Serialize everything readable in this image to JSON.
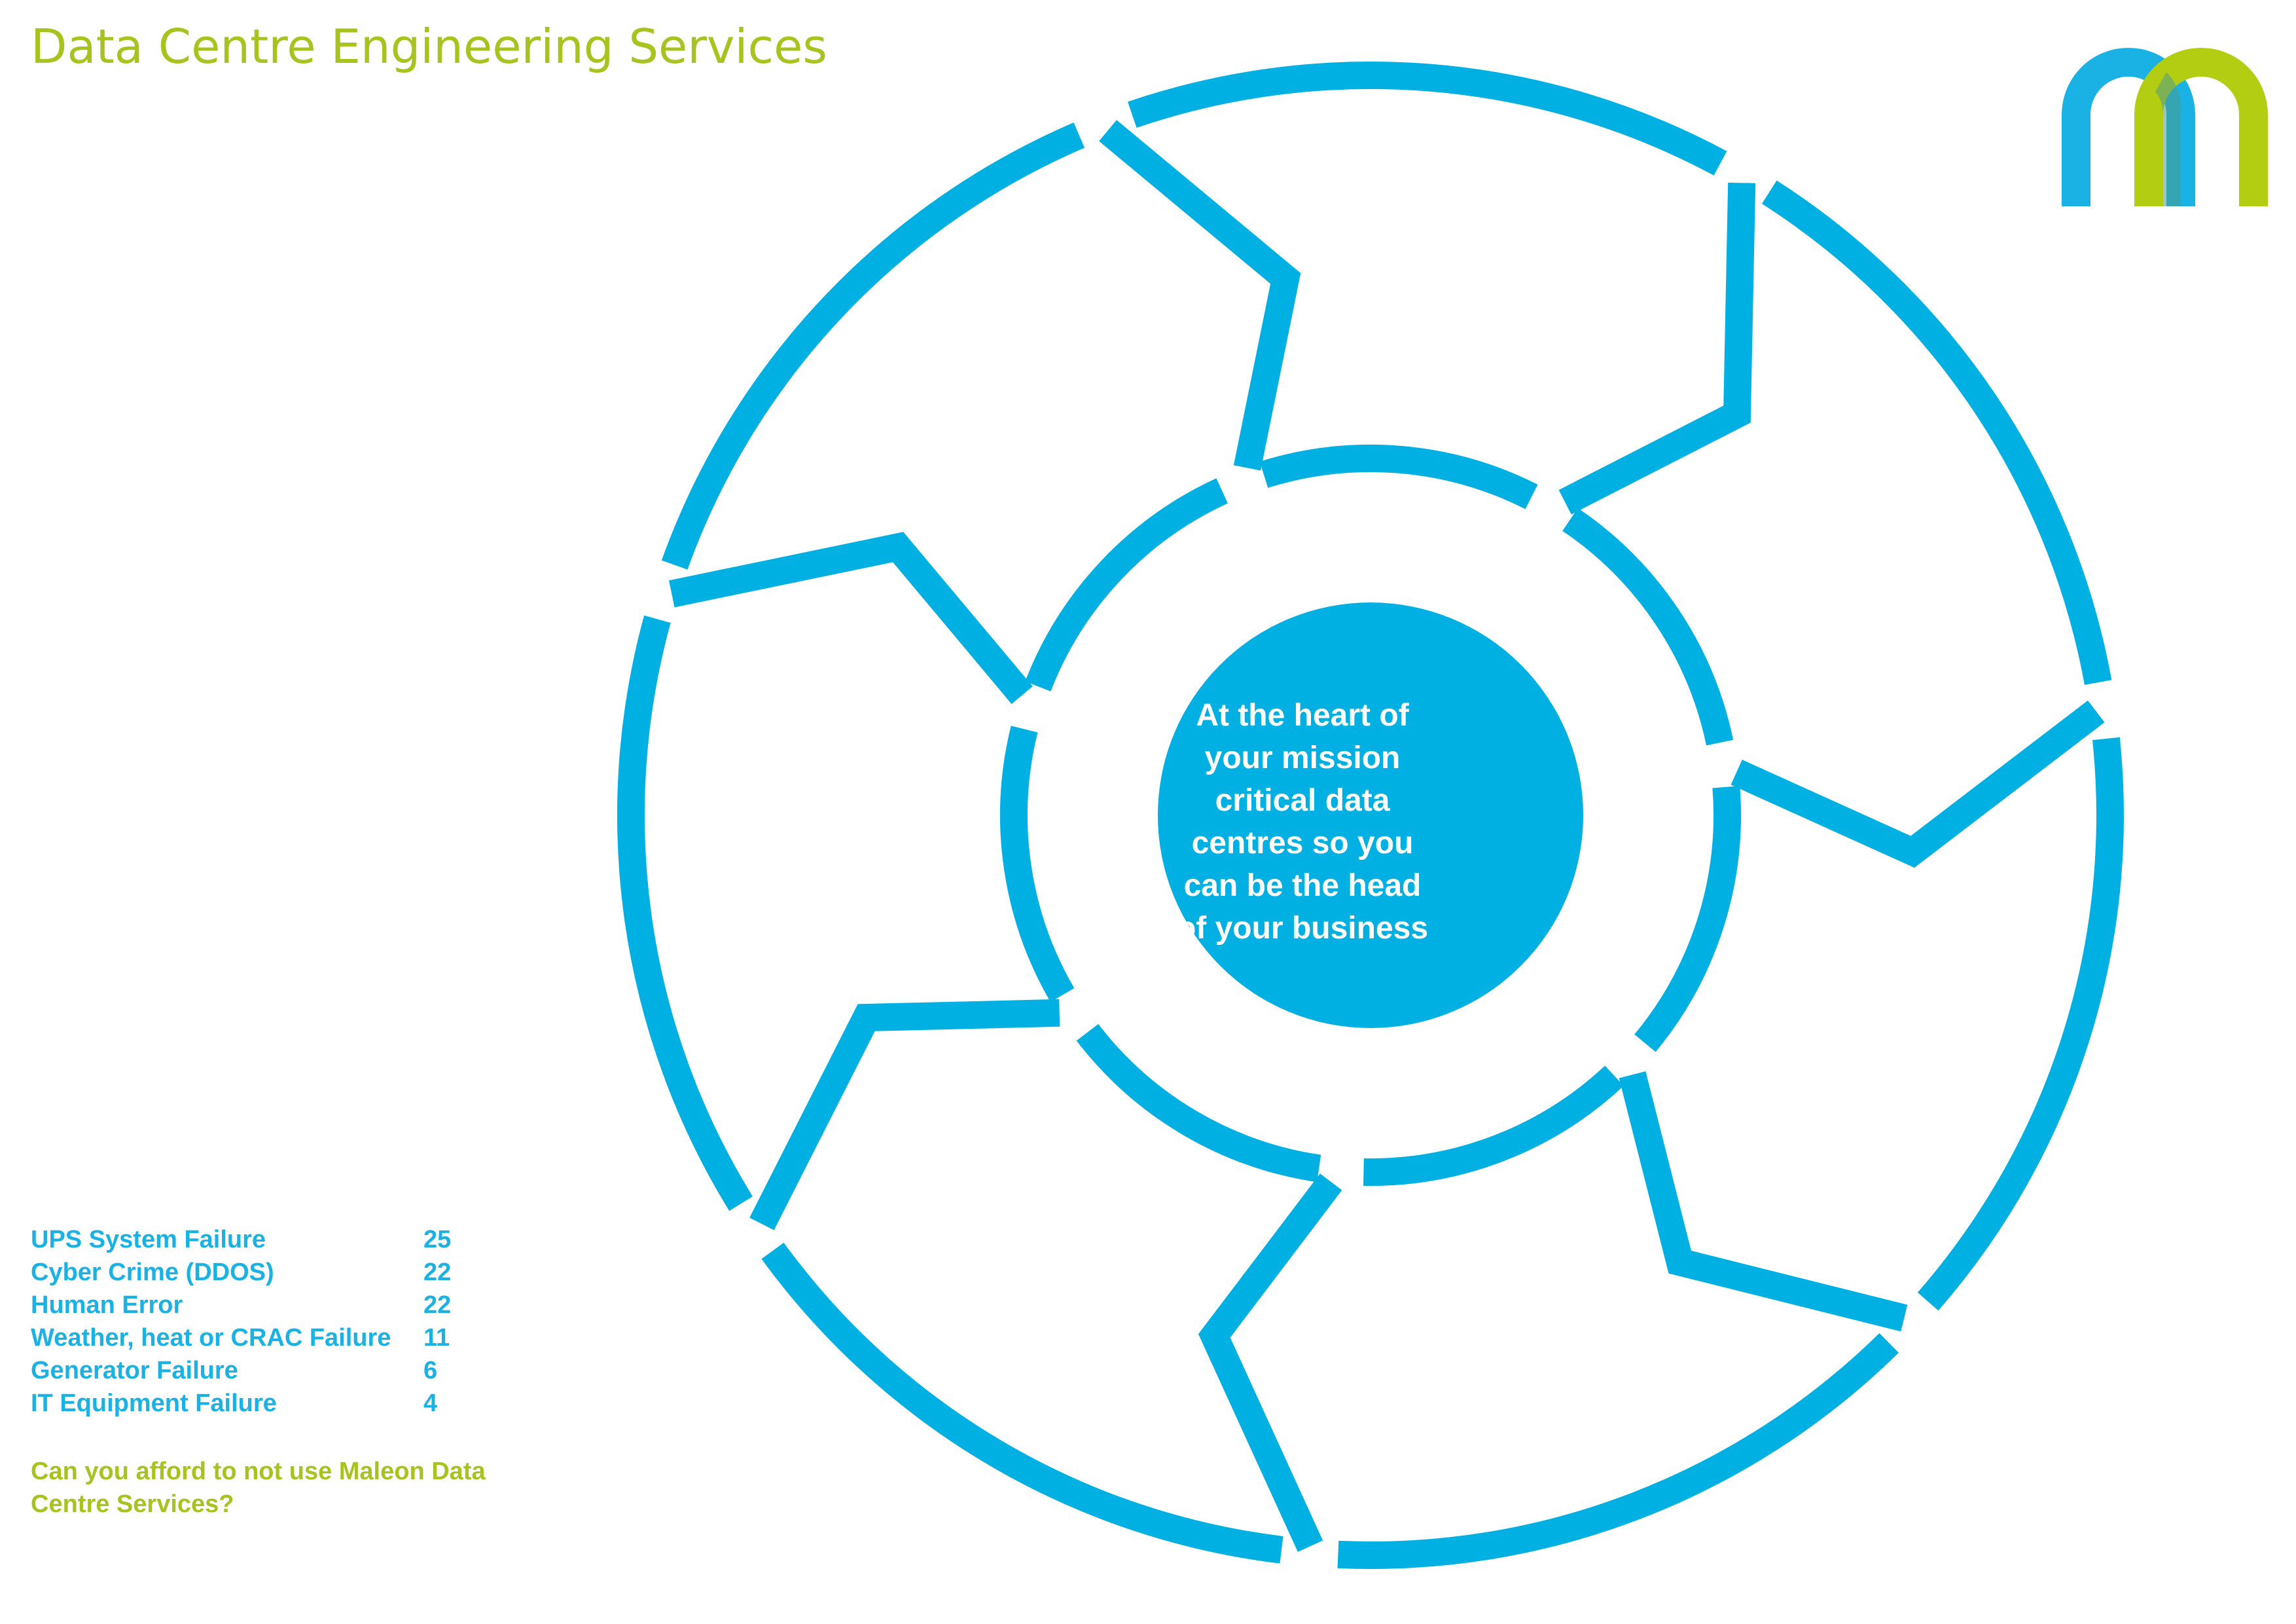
{
  "header": {
    "title": "Data Centre Engineering Services"
  },
  "logo": {
    "icon": "maleon-m-logo",
    "colors": {
      "blue": "#1ab2e4",
      "green": "#b3cd12"
    }
  },
  "diagram": {
    "hub_text": "At the heart of your mission critical data centres so you can be the head of your business",
    "segment_count": 7,
    "colors": {
      "ring": "#00b0e2",
      "hub": "#00b0e2",
      "hub_text": "#ffffff"
    }
  },
  "stats": {
    "items": [
      {
        "label": "UPS System Failure",
        "value": "25"
      },
      {
        "label": "Cyber Crime (DDOS)",
        "value": "22"
      },
      {
        "label": "Human Error",
        "value": "22"
      },
      {
        "label": "Weather, heat or CRAC Failure",
        "value": "11"
      },
      {
        "label": "Generator Failure",
        "value": "6"
      },
      {
        "label": "IT Equipment Failure",
        "value": "4"
      }
    ],
    "color": "#1ab2e4"
  },
  "footer": {
    "question": "Can you afford to not use Maleon Data Centre Services?",
    "color": "#a8c31e"
  },
  "colors": {
    "title": "#a8c31e"
  }
}
